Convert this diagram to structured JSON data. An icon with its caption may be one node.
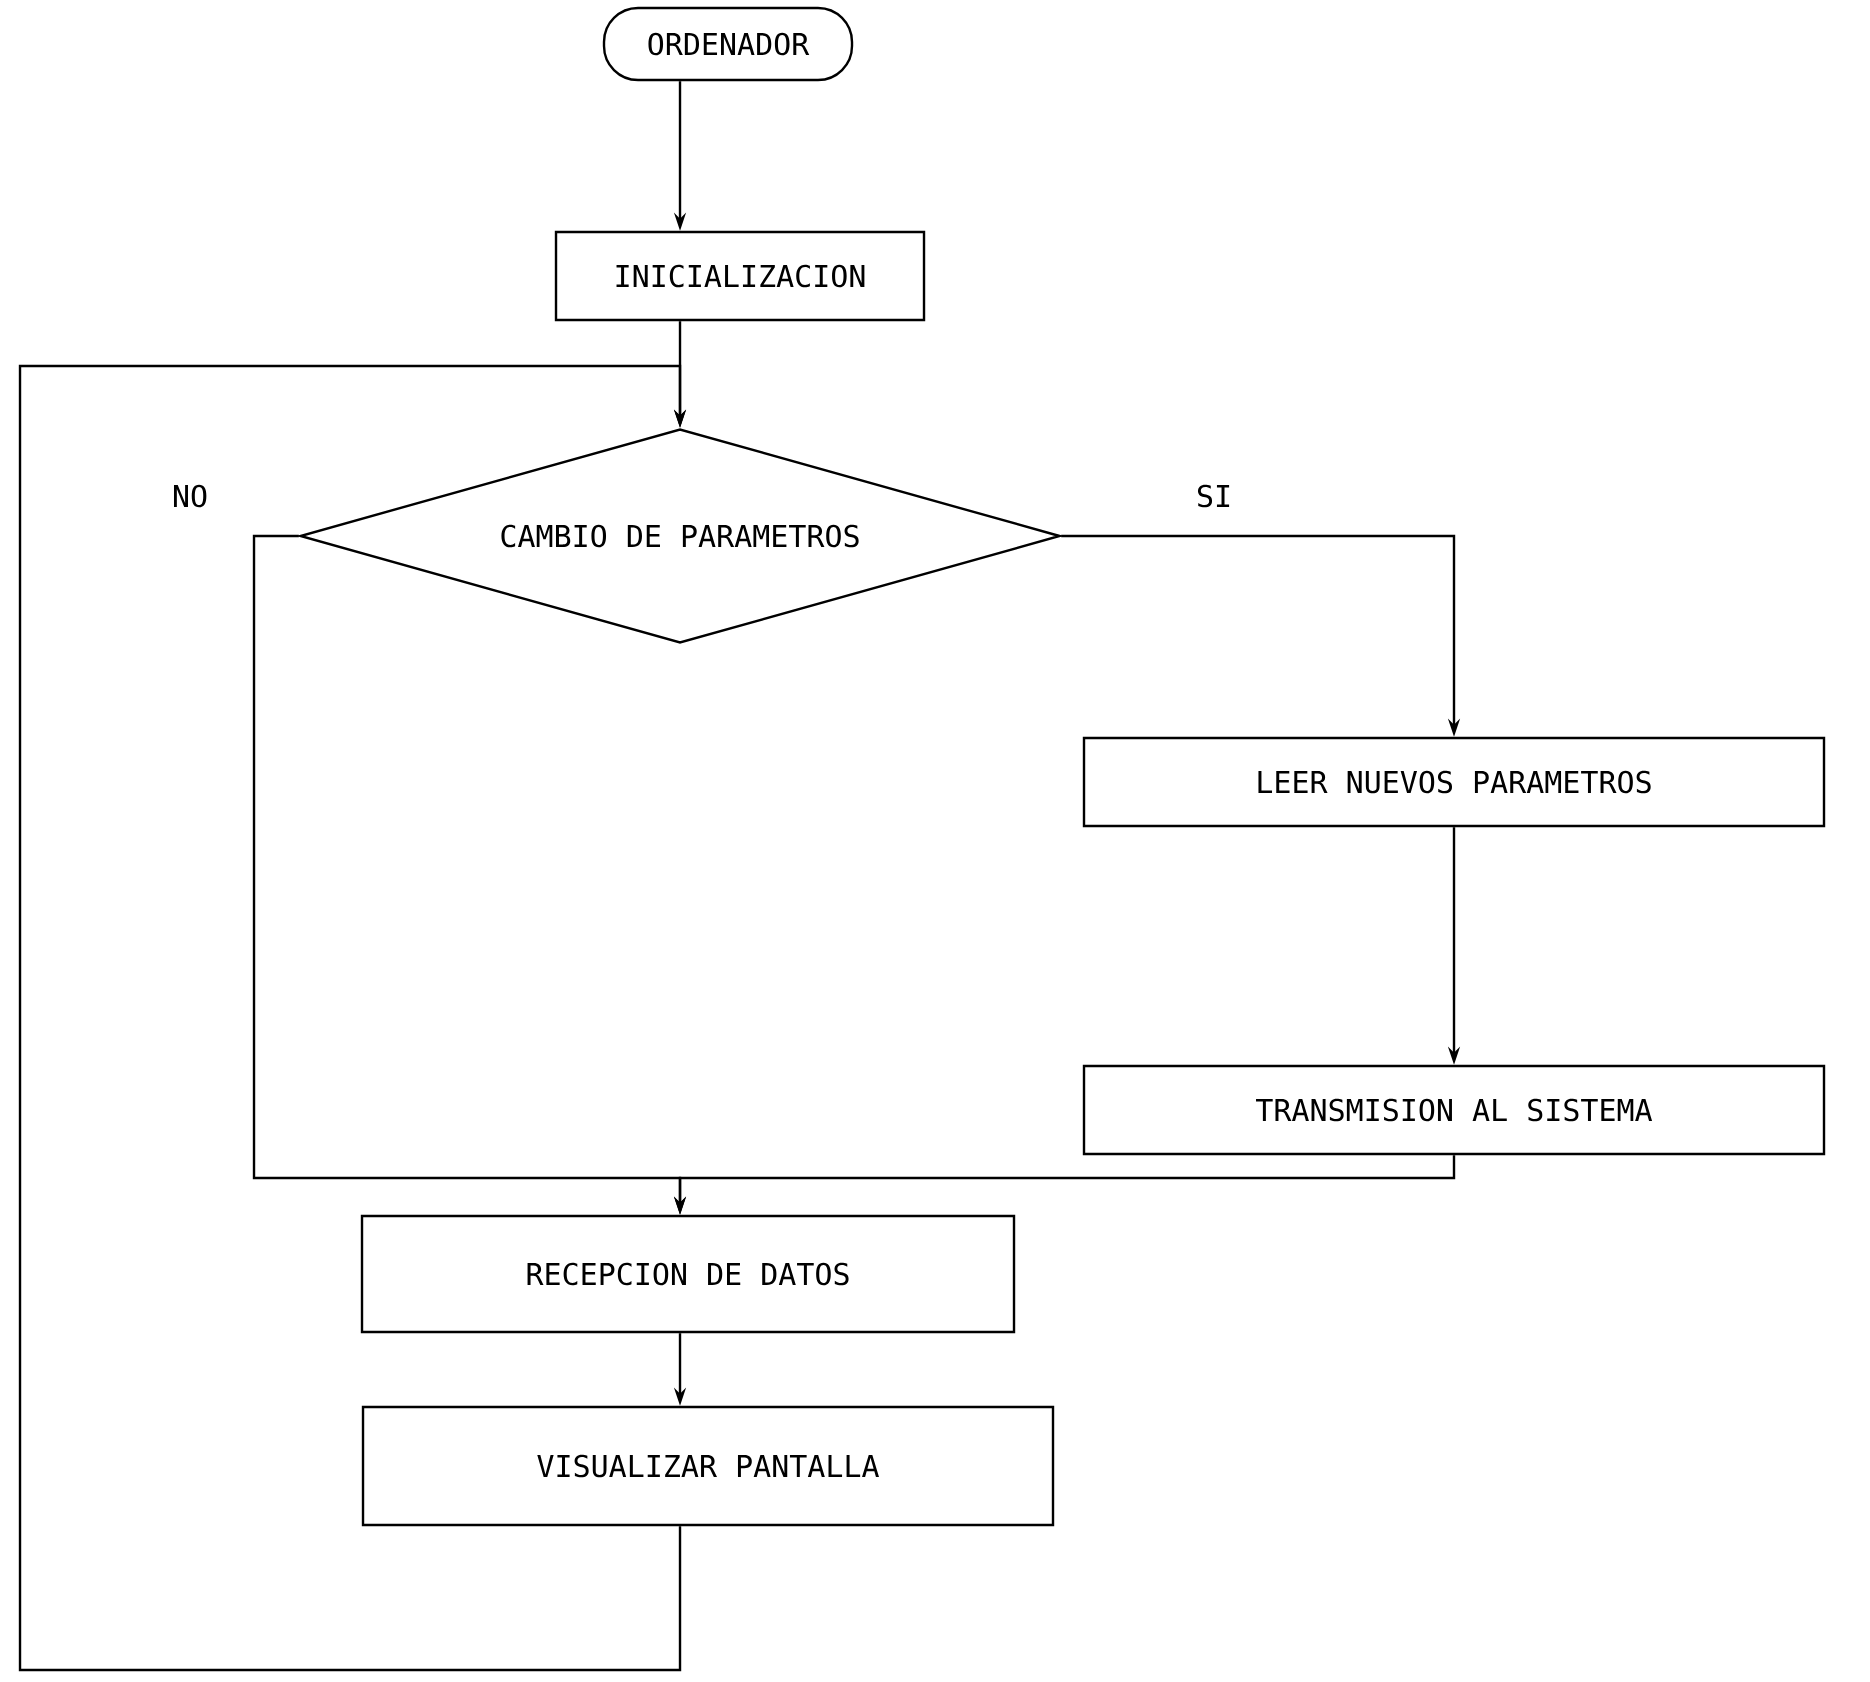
{
  "diagram": {
    "nodes": [
      {
        "text": [
          "ORDENADOR"
        ]
      },
      {
        "text": [
          "INICIALIZACION"
        ]
      },
      {
        "text": [
          "CAMBIO DE PARAMETROS"
        ]
      },
      {
        "text": [
          "LEER NUEVOS PARAMETROS"
        ]
      },
      {
        "text": [
          "TRANSMISION AL SISTEMA"
        ]
      },
      {
        "text": [
          "RECEPCION DE DATOS"
        ]
      },
      {
        "text": [
          "VISUALIZAR PANTALLA"
        ]
      }
    ],
    "edges": [
      {
        "from": 0,
        "to": 1,
        "arrow": "to"
      },
      {
        "from": 1,
        "to": 2,
        "arrow": "to"
      },
      {
        "from": 2,
        "to": 3,
        "arrow": "to",
        "label": "SI"
      },
      {
        "from": 3,
        "to": 4,
        "arrow": "to"
      },
      {
        "from": 2,
        "to": 5,
        "arrow": "to",
        "label": "NO"
      },
      {
        "from": 4,
        "to": 5,
        "arrow": "to"
      },
      {
        "from": 5,
        "to": 6,
        "arrow": "to"
      },
      {
        "from": 6,
        "to": 2,
        "arrow": "to"
      }
    ]
  }
}
